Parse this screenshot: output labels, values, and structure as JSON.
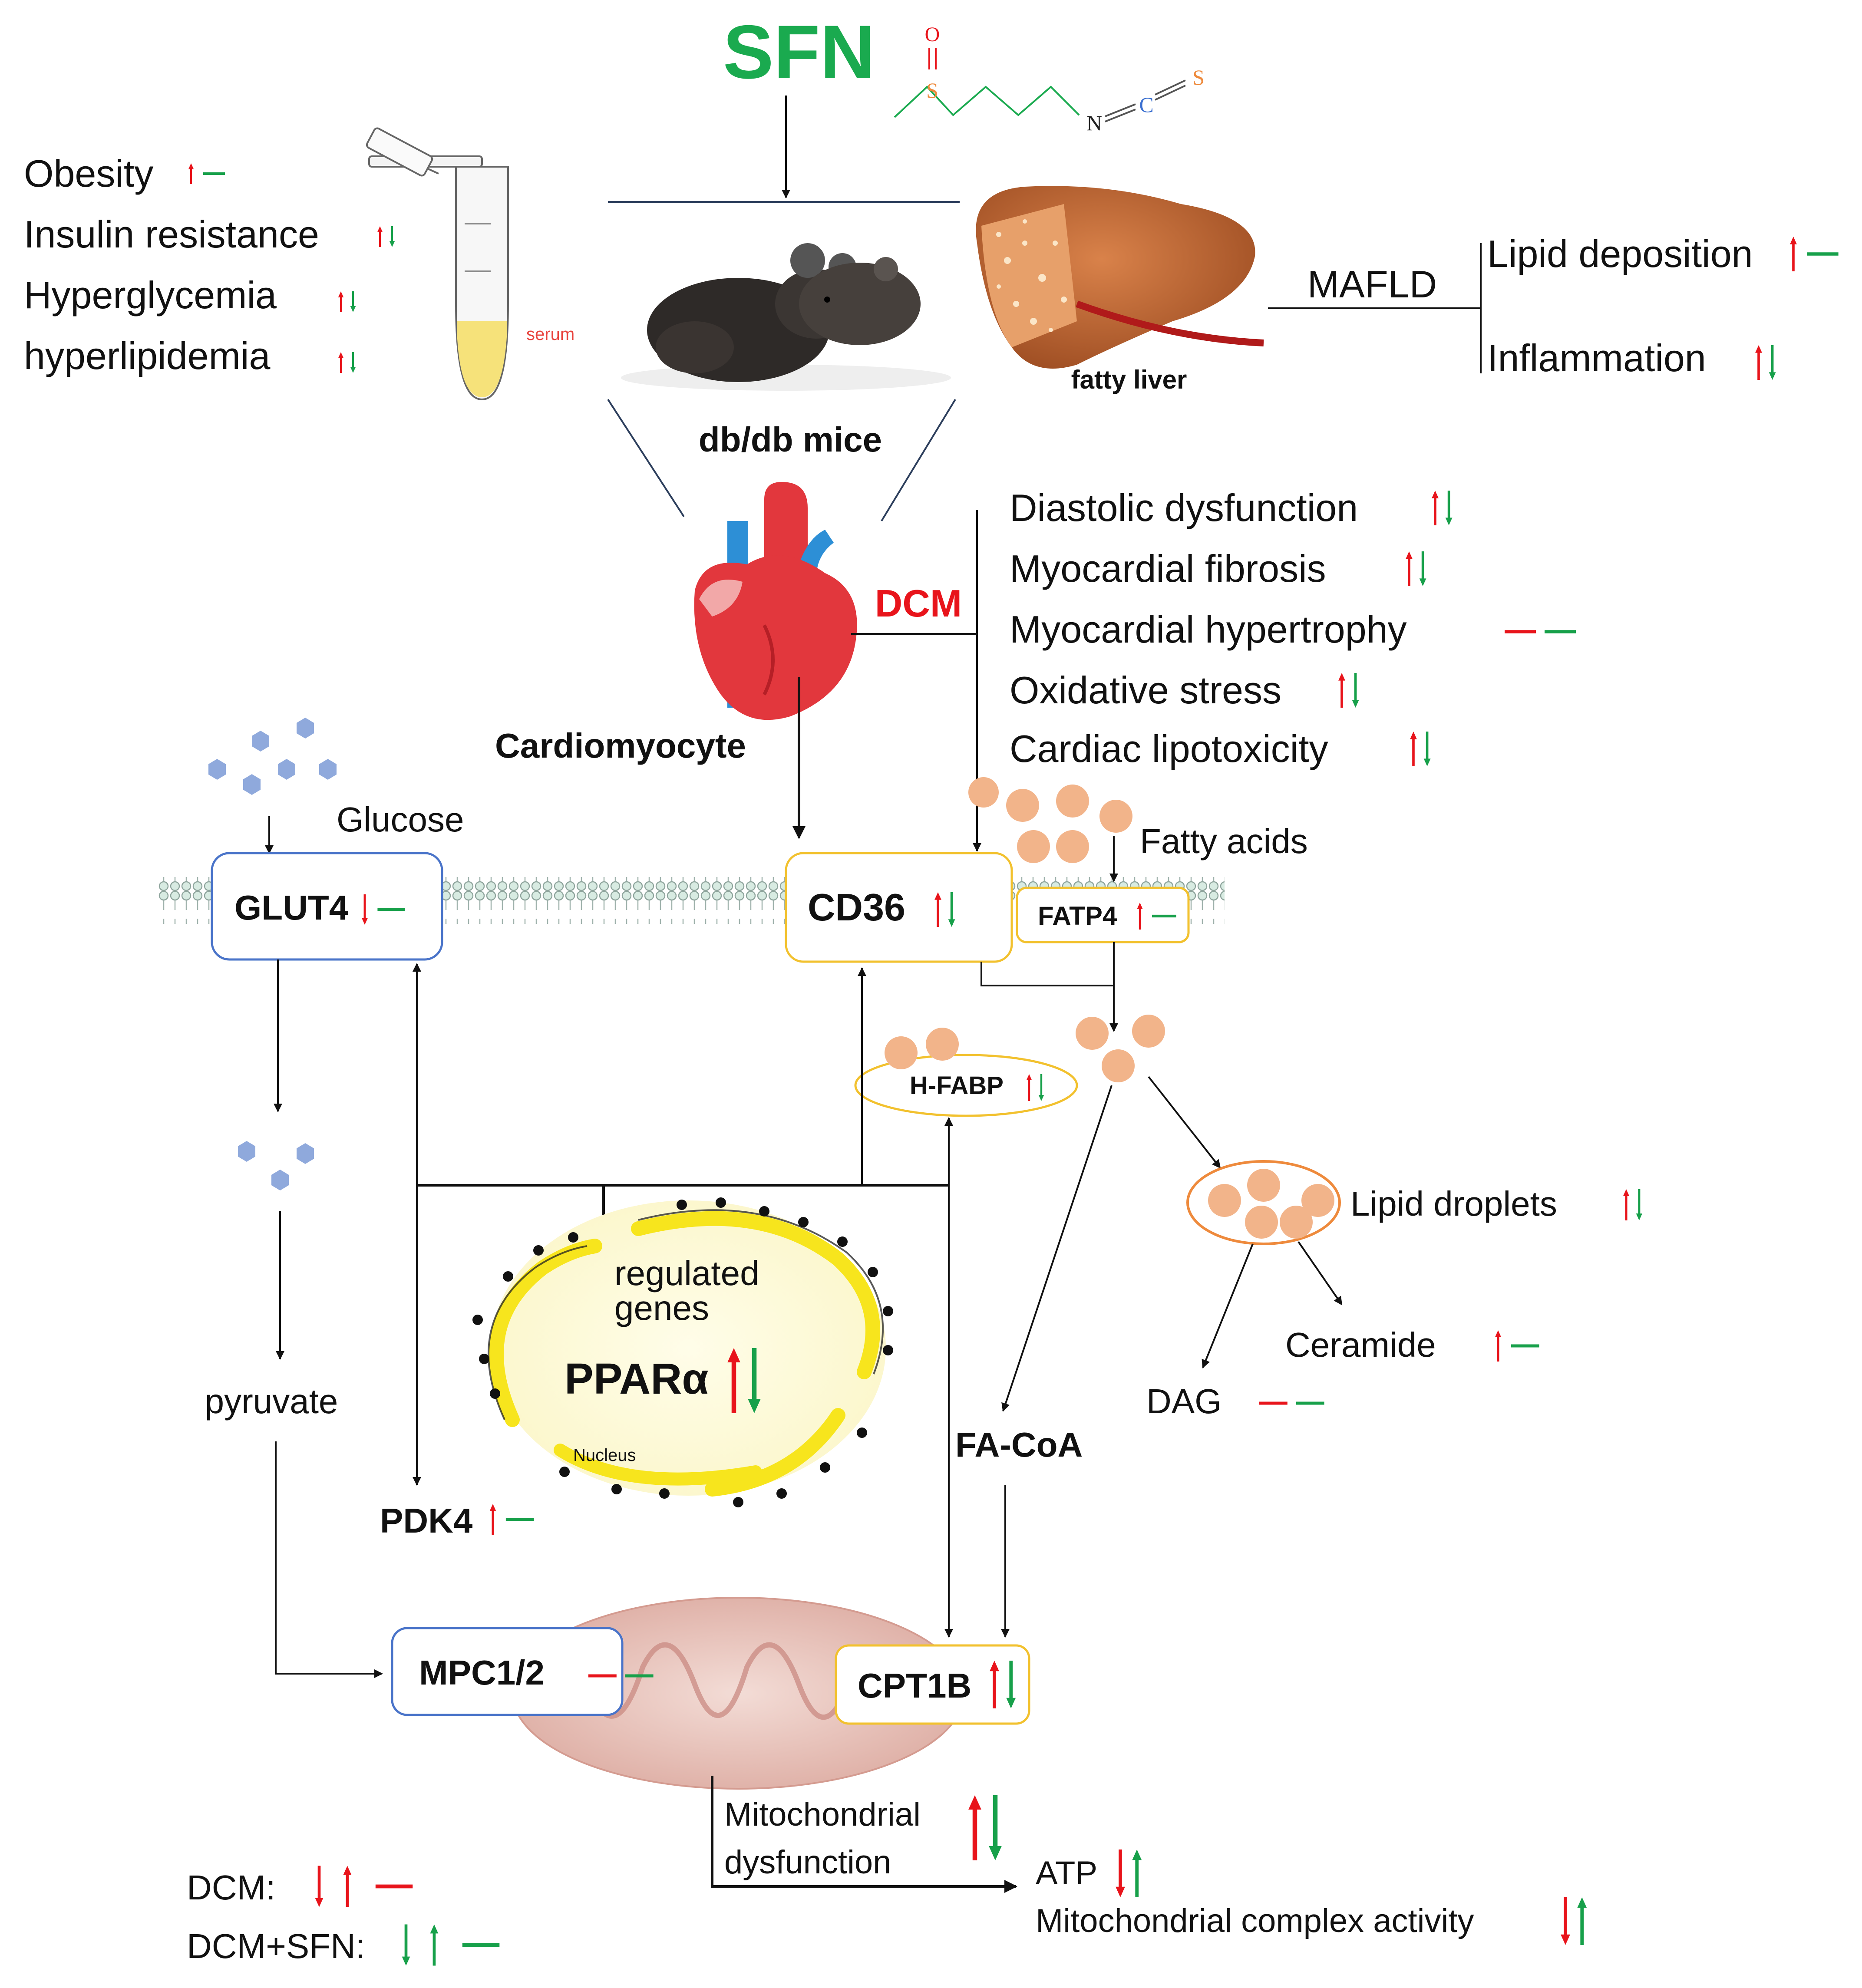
{
  "colors": {
    "up": "#e8141b",
    "down": "#17a04a",
    "title_green": "#1aaa4f",
    "dcm_red": "#e8141b",
    "serum_label": "#e8433d",
    "gold_border": "#f2c12e",
    "blue_border": "#4a74c9",
    "lipid_fill": "#f2b48a",
    "glucose_fill": "#8fa9dc",
    "nucleus_yellow": "#f7e51d",
    "lipid_droplet_border": "#ee8a3c",
    "fatty_liver": "#b35c2a",
    "heart_red": "#e2373d",
    "membrane_grey": "#a9bcb6"
  },
  "header": {
    "title": "SFN",
    "molecule_atoms": [
      "O",
      "S",
      "N",
      "C",
      "S"
    ]
  },
  "phenotypes": {
    "serum_label": "serum",
    "items": [
      {
        "label": "Obesity",
        "dcm": "up",
        "sfn": "none"
      },
      {
        "label": "Insulin resistance",
        "dcm": "up",
        "sfn": "down"
      },
      {
        "label": "Hyperglycemia",
        "dcm": "up",
        "sfn": "down"
      },
      {
        "label": "hyperlipidemia",
        "dcm": "up",
        "sfn": "down"
      }
    ]
  },
  "model": {
    "mice_label": "db/db mice",
    "liver_label": "fatty liver",
    "cardiomyocyte_label": "Cardiomyocyte",
    "dcm_label": "DCM"
  },
  "mafld": {
    "label": "MAFLD",
    "items": [
      {
        "label": "Lipid deposition",
        "dcm": "up",
        "sfn": "none"
      },
      {
        "label": "Inflammation",
        "dcm": "up",
        "sfn": "down"
      }
    ]
  },
  "dcm_outcomes": {
    "items": [
      {
        "label": "Diastolic dysfunction",
        "dcm": "up",
        "sfn": "down"
      },
      {
        "label": "Myocardial fibrosis",
        "dcm": "up",
        "sfn": "down"
      },
      {
        "label": "Myocardial hypertrophy",
        "dcm": "none",
        "sfn": "none"
      },
      {
        "label": "Oxidative stress",
        "dcm": "up",
        "sfn": "down"
      },
      {
        "label": "Cardiac lipotoxicity",
        "dcm": "up",
        "sfn": "down"
      }
    ]
  },
  "cell": {
    "glucose_label": "Glucose",
    "fatty_acids_label": "Fatty acids",
    "glut4": {
      "label": "GLUT4",
      "dcm": "down",
      "sfn": "none"
    },
    "cd36": {
      "label": "CD36",
      "dcm": "up",
      "sfn": "down"
    },
    "fatp4": {
      "label": "FATP4",
      "dcm": "up",
      "sfn": "none"
    },
    "hfabp": {
      "label": "H-FABP",
      "dcm": "up",
      "sfn": "down"
    },
    "lipid_droplets": {
      "label": "Lipid droplets",
      "dcm": "up",
      "sfn": "down"
    },
    "ceramide": {
      "label": "Ceramide",
      "dcm": "up",
      "sfn": "none"
    },
    "dag": {
      "label": "DAG",
      "dcm": "none",
      "sfn": "none"
    },
    "fa_coa_label": "FA-CoA",
    "pyruvate_label": "pyruvate",
    "nucleus": {
      "regulated_line1": "regulated",
      "regulated_line2": "genes",
      "ppar_label": "PPARα",
      "dcm": "up",
      "sfn": "down",
      "nucleus_label": "Nucleus"
    },
    "pdk4": {
      "label": "PDK4",
      "dcm": "up",
      "sfn": "none"
    },
    "mpc": {
      "label": "MPC1/2",
      "dcm": "none",
      "sfn": "none"
    },
    "cpt1b": {
      "label": "CPT1B",
      "dcm": "up",
      "sfn": "down"
    }
  },
  "mito_outcomes": {
    "dysfunction_line1": "Mitochondrial",
    "dysfunction_line2": "dysfunction",
    "dysfunction_dcm": "up",
    "dysfunction_sfn": "down",
    "atp": {
      "label": "ATP",
      "dcm": "down",
      "sfn": "up"
    },
    "complex": {
      "label": "Mitochondrial complex activity",
      "dcm": "down",
      "sfn": "up"
    }
  },
  "legend": {
    "dcm_label": "DCM:",
    "sfn_label": "DCM+SFN:",
    "dcm_symbols": [
      "down",
      "up",
      "none"
    ],
    "sfn_symbols": [
      "down",
      "up",
      "none"
    ]
  }
}
